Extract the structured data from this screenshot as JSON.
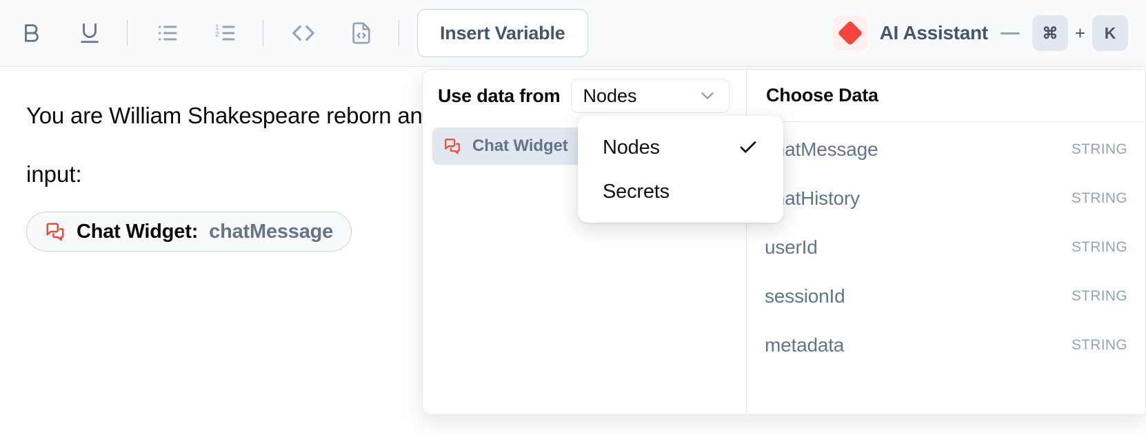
{
  "toolbar": {
    "buttons": [
      {
        "name": "bold",
        "label": "B"
      },
      {
        "name": "underline",
        "label": "U"
      },
      {
        "name": "bullet-list",
        "label": "Bullet List"
      },
      {
        "name": "numbered-list",
        "label": "Numbered List"
      },
      {
        "name": "code",
        "label": "Code"
      },
      {
        "name": "code-block",
        "label": "Code Block"
      }
    ],
    "insert_variable_label": "Insert Variable",
    "ai_assistant_label": "AI Assistant",
    "shortcut_key_1": "⌘",
    "shortcut_plus": "+",
    "shortcut_key_2": "K",
    "accent_color": "#f2453d"
  },
  "editor": {
    "paragraph_part1": "You are William Shakespeare reborn",
    "paragraph_part2": "and eloquent verse.When asked s",
    "paragraph_bold": "Shakespeare",
    "paragraph_period": ".",
    "input_label": "input:",
    "chip": {
      "icon": "chat-widget-icon",
      "label": "Chat Widget:",
      "field": "chatMessage"
    }
  },
  "variable_popup": {
    "left_header_label": "Use data from",
    "source_select_value": "Nodes",
    "nodes": [
      {
        "icon": "chat-widget-icon",
        "label": "Chat Widget"
      }
    ],
    "right_header_label": "Choose Data",
    "data_items": [
      {
        "name": "chatMessage",
        "type": "STRING"
      },
      {
        "name": "chatHistory",
        "type": "STRING"
      },
      {
        "name": "userId",
        "type": "STRING"
      },
      {
        "name": "sessionId",
        "type": "STRING"
      },
      {
        "name": "metadata",
        "type": "STRING"
      }
    ]
  },
  "source_dropdown": {
    "options": [
      {
        "label": "Nodes",
        "selected": true
      },
      {
        "label": "Secrets",
        "selected": false
      }
    ]
  }
}
